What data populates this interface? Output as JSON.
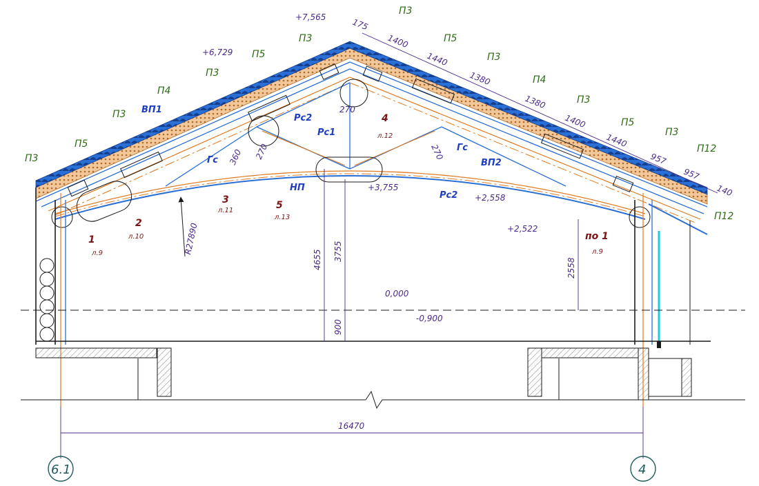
{
  "elevations": {
    "ridge": "+7,565",
    "upper": "+6,729",
    "chord": "+3,755",
    "support_a": "+2,558",
    "support_b": "+2,522",
    "floor": "0,000",
    "ground": "-0,900"
  },
  "panel_labels": [
    "П3",
    "П5",
    "П3",
    "П3",
    "П4",
    "П3",
    "П5",
    "П3",
    "П5",
    "П4",
    "П3",
    "П5",
    "П3",
    "П12",
    "П12",
    "П3"
  ],
  "member_labels": {
    "vp1": "ВП1",
    "vp2": "ВП2",
    "gs_left": "Гс",
    "gs_right": "Гс",
    "rs2_left": "Рс2",
    "rs2_right": "Рс2",
    "rs1": "Рс1",
    "np": "НП"
  },
  "dimensions": {
    "top": [
      "175",
      "1400",
      "1440",
      "1380",
      "1380",
      "1400",
      "1440",
      "957",
      "957",
      "140"
    ],
    "d270_a": "270",
    "d270_b": "270",
    "d270_c": "270",
    "d360": "360",
    "radius": "R27890",
    "h4655": "4655",
    "h3755": "3755",
    "h900": "900",
    "h2558": "2558",
    "span": "16470"
  },
  "callouts": [
    {
      "num": "1",
      "sheet": "л.9"
    },
    {
      "num": "2",
      "sheet": "л.10"
    },
    {
      "num": "3",
      "sheet": "л.11"
    },
    {
      "num": "4",
      "sheet": "л.12"
    },
    {
      "num": "5",
      "sheet": "л.13"
    },
    {
      "num": "по 1",
      "sheet": "л.9"
    }
  ],
  "axes": {
    "left": "6.1",
    "right": "4"
  },
  "colors": {
    "roof": "#2a6fd6",
    "truss": "#e07a20",
    "dims": "#4a2a8a",
    "labels": "#2e6b14",
    "callouts": "#7a1414",
    "pipe": "#1ec8e0"
  }
}
